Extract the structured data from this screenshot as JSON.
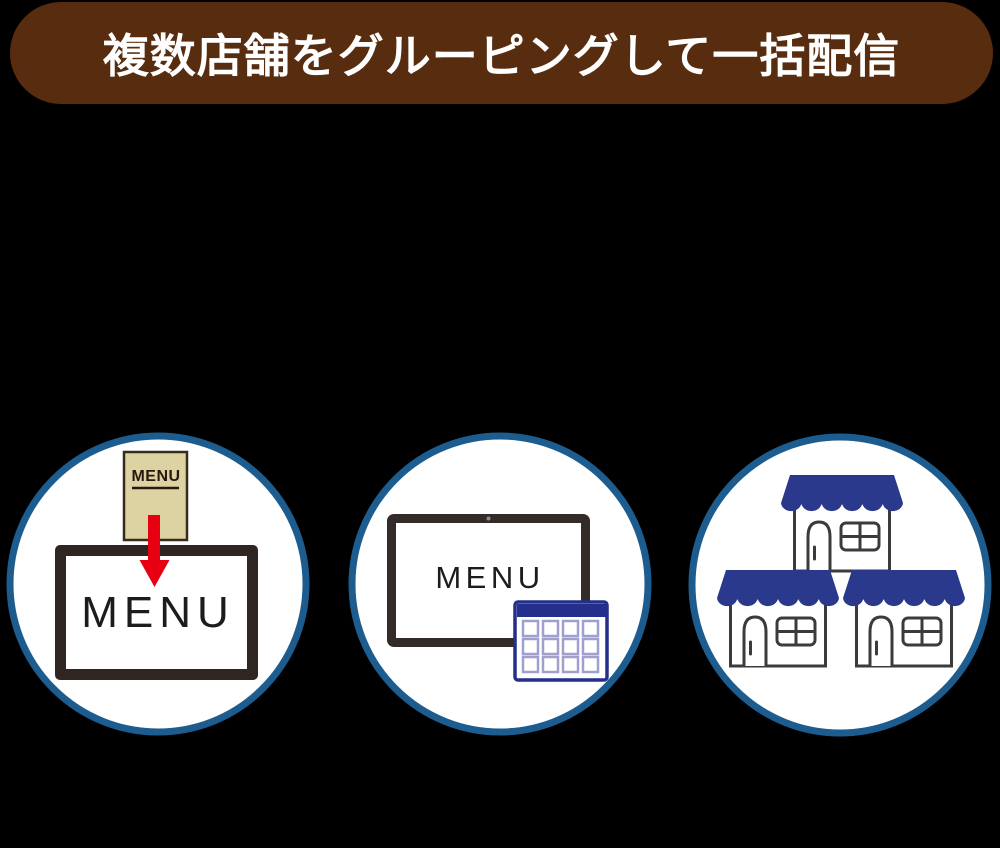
{
  "banner": {
    "title": "複数店舗をグルーピングして一括配信"
  },
  "steps": {
    "register_menu": {
      "name": "menu-registration",
      "document_label": "MENU",
      "screen_label": "MENU",
      "icons": [
        "menu-document-icon",
        "down-arrow-icon",
        "signage-screen-icon"
      ]
    },
    "schedule_delivery": {
      "name": "scheduled-delivery",
      "screen_label": "MENU",
      "icons": [
        "tablet-icon",
        "calendar-icon"
      ]
    },
    "multi_store": {
      "name": "multiple-stores",
      "storefront_count": 3,
      "icons": [
        "storefront-icon"
      ]
    }
  },
  "colors": {
    "background": "#000000",
    "banner_bg": "#582c0e",
    "banner_text": "#ffffff",
    "circle_fill": "#ffffff",
    "circle_border": "#1d5c8e",
    "document_beige": "#ddd2a2",
    "dark_outline": "#2f2521",
    "arrow_red": "#e60012",
    "awning_navy": "#2b398c",
    "calendar_navy": "#232f8a",
    "calendar_grid": "#a0a0ce",
    "house_outline": "#3b3b3b",
    "menu_text": "#1c1c1c"
  }
}
